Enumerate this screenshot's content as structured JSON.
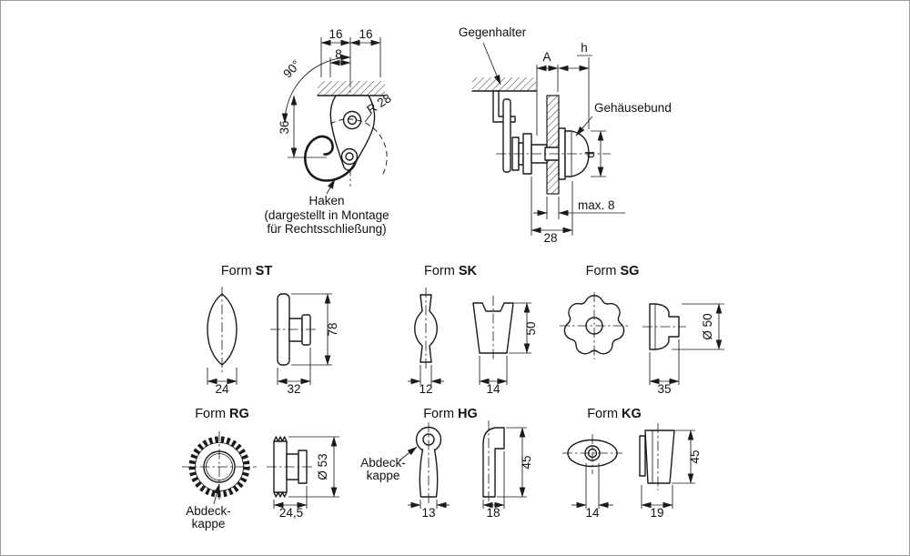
{
  "page": {
    "background": "#ffffff",
    "line_color": "#1a1a1a",
    "border_color": "#9c9c9c"
  },
  "hook_view": {
    "dim_top_left": "16",
    "dim_top_right": "16",
    "dim_offset": "8",
    "angle": "90°",
    "dim_height": "36",
    "radius_label": "R 28",
    "caption_line1": "Haken",
    "caption_line2": "(dargestellt in Montage",
    "caption_line3": "für Rechtsschließung)"
  },
  "section_view": {
    "counterholder_label": "Gegenhalter",
    "dim_a": "A",
    "dim_h": "h",
    "housing_collar_label": "Gehäusebund",
    "dim_d": "d",
    "dim_max": "max. 8",
    "dim_depth": "28"
  },
  "forms": {
    "st": {
      "title_prefix": "Form",
      "title_code": "ST",
      "dim_width_side": "24",
      "dim_width_front": "32",
      "dim_height": "78"
    },
    "sk": {
      "title_prefix": "Form",
      "title_code": "SK",
      "dim_width_side": "12",
      "dim_width_front": "14",
      "dim_height": "50"
    },
    "sg": {
      "title_prefix": "Form",
      "title_code": "SG",
      "dim_width_front": "35",
      "dim_diameter": "Ø 50"
    },
    "rg": {
      "title_prefix": "Form",
      "title_code": "RG",
      "dim_width_front": "24,5",
      "dim_diameter": "Ø 53",
      "cap_label_line1": "Abdeck-",
      "cap_label_line2": "kappe"
    },
    "hg": {
      "title_prefix": "Form",
      "title_code": "HG",
      "dim_width_side": "13",
      "dim_width_front": "18",
      "dim_height": "45",
      "cap_label_line1": "Abdeck-",
      "cap_label_line2": "kappe"
    },
    "kg": {
      "title_prefix": "Form",
      "title_code": "KG",
      "dim_width_side": "14",
      "dim_width_front": "19",
      "dim_height": "45"
    }
  }
}
